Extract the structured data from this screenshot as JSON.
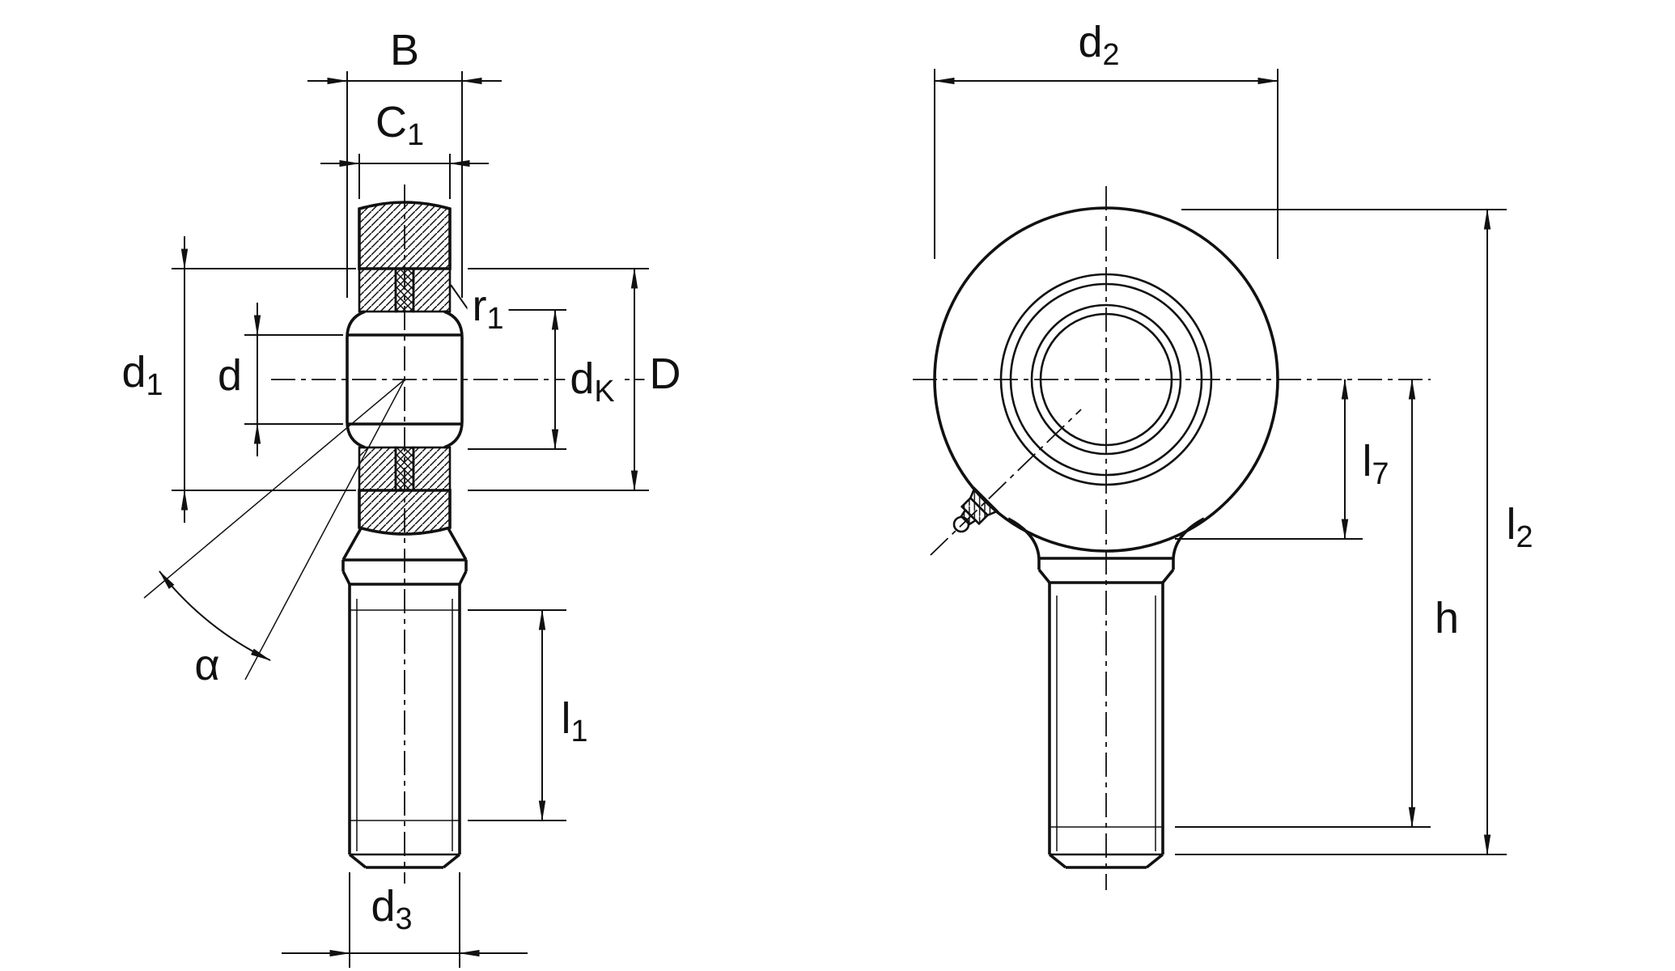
{
  "colors": {
    "background": "#ffffff",
    "line": "#111111"
  },
  "labels": {
    "B": {
      "main": "B",
      "sub": ""
    },
    "C1": {
      "main": "C",
      "sub": "1"
    },
    "d1": {
      "main": "d",
      "sub": "1"
    },
    "d": {
      "main": "d",
      "sub": ""
    },
    "r1": {
      "main": "r",
      "sub": "1"
    },
    "dK": {
      "main": "d",
      "sub": "K"
    },
    "D": {
      "main": "D",
      "sub": ""
    },
    "alpha": {
      "main": "α",
      "sub": ""
    },
    "l1": {
      "main": "l",
      "sub": "1"
    },
    "d3": {
      "main": "d",
      "sub": "3"
    },
    "d2": {
      "main": "d",
      "sub": "2"
    },
    "l7": {
      "main": "l",
      "sub": "7"
    },
    "h": {
      "main": "h",
      "sub": ""
    },
    "l2": {
      "main": "l",
      "sub": "2"
    }
  }
}
